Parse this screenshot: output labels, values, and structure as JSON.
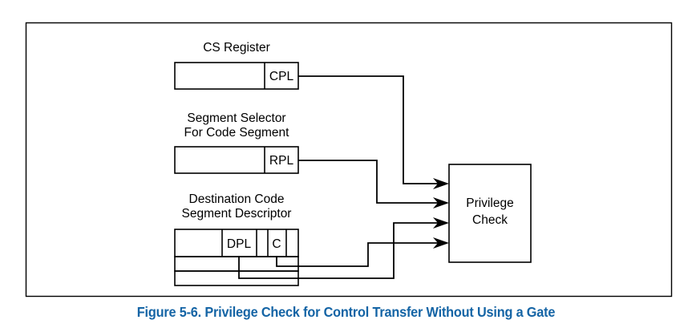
{
  "figure": {
    "caption": "Figure 5-6.  Privilege Check for Control Transfer Without Using a Gate",
    "caption_color": "#1464A5",
    "border_color": "#000000",
    "background": "#ffffff"
  },
  "blocks": {
    "cs_register": {
      "title": "CS Register",
      "field_label": "CPL"
    },
    "segment_selector": {
      "title_line1": "Segment Selector",
      "title_line2": "For Code Segment",
      "field_label": "RPL"
    },
    "code_descriptor": {
      "title_line1": "Destination Code",
      "title_line2": "Segment Descriptor",
      "field_dpl": "DPL",
      "field_c": "C"
    },
    "privilege_check": {
      "title_line1": "Privilege",
      "title_line2": "Check"
    }
  },
  "connections": [
    {
      "name": "cpl-to-privilege-check",
      "source": "CPL",
      "target": "Privilege Check"
    },
    {
      "name": "rpl-to-privilege-check",
      "source": "RPL",
      "target": "Privilege Check"
    },
    {
      "name": "dpl-to-privilege-check",
      "source": "DPL",
      "target": "Privilege Check"
    },
    {
      "name": "c-bit-to-privilege-check",
      "source": "C",
      "target": "Privilege Check"
    }
  ]
}
